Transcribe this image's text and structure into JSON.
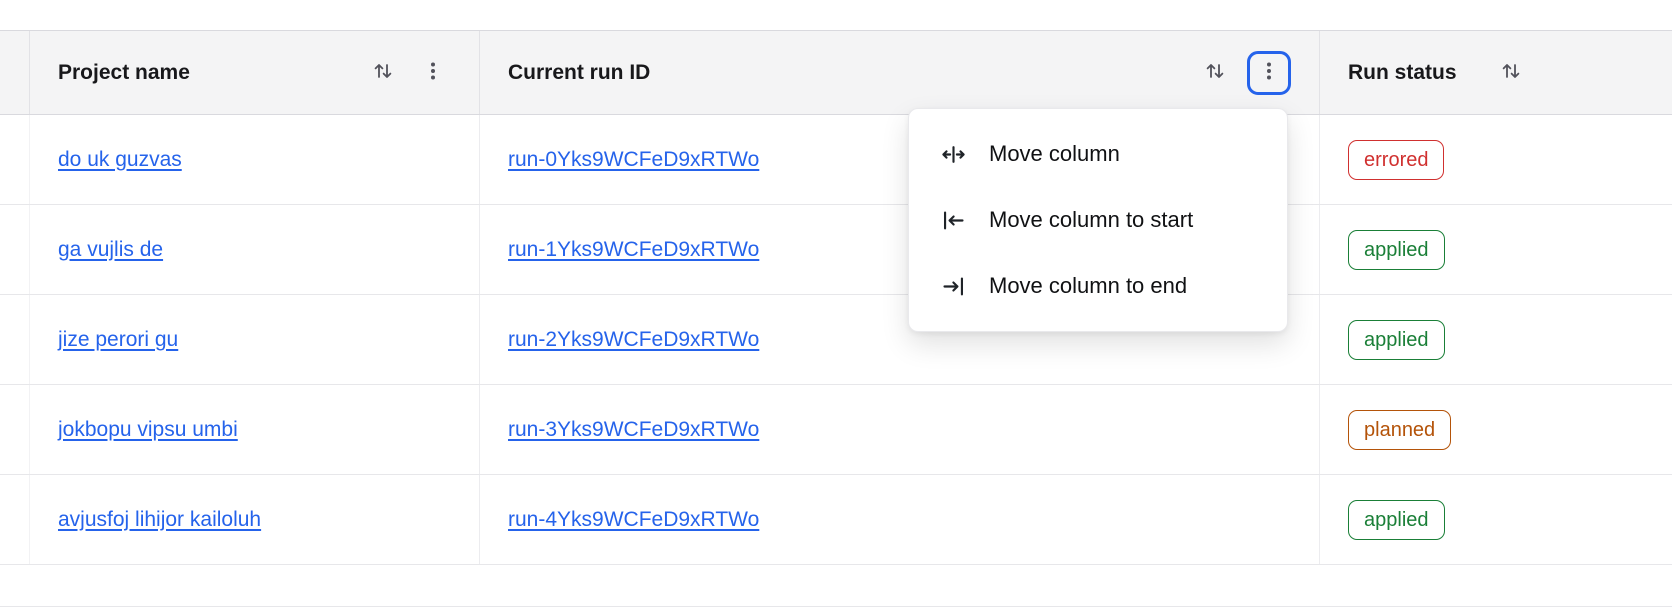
{
  "table": {
    "columns": [
      {
        "label": "Project name"
      },
      {
        "label": "Current run ID"
      },
      {
        "label": "Run status"
      }
    ],
    "rows": [
      {
        "project": "do uk guzvas",
        "run_id": "run-0Yks9WCFeD9xRTWo",
        "status": "errored"
      },
      {
        "project": "ga vujlis de",
        "run_id": "run-1Yks9WCFeD9xRTWo",
        "status": "applied"
      },
      {
        "project": "jize perori gu",
        "run_id": "run-2Yks9WCFeD9xRTWo",
        "status": "applied"
      },
      {
        "project": "jokbopu vipsu umbi",
        "run_id": "run-3Yks9WCFeD9xRTWo",
        "status": "planned"
      },
      {
        "project": "avjusfoj lihijor kailoluh",
        "run_id": "run-4Yks9WCFeD9xRTWo",
        "status": "applied"
      }
    ],
    "status_colors": {
      "errored": "#d0302f",
      "applied": "#1a7f37",
      "planned": "#b45309"
    }
  },
  "menu": {
    "items": [
      {
        "label": "Move column",
        "icon": "move-column-icon"
      },
      {
        "label": "Move column to start",
        "icon": "move-column-to-start-icon"
      },
      {
        "label": "Move column to end",
        "icon": "move-column-to-end-icon"
      }
    ]
  },
  "icons": {
    "header_sort": "sort-icon",
    "header_menu": "kebab-menu-icon"
  },
  "colors": {
    "link": "#2563eb",
    "focus_ring": "#2563eb",
    "header_bg": "#f4f4f5"
  }
}
